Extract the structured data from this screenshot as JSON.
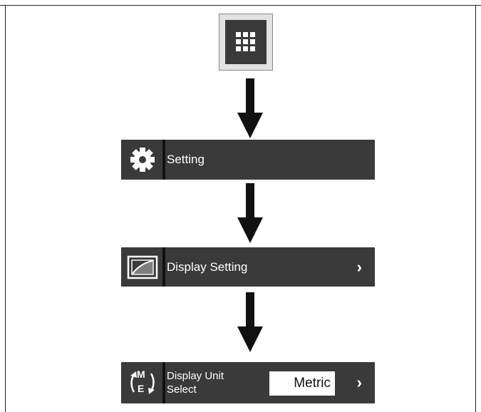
{
  "menu_button": {
    "icon": "grid-menu-icon"
  },
  "rows": {
    "setting": {
      "icon": "gear-icon",
      "label": "Setting"
    },
    "display_setting": {
      "icon": "display-screen-icon",
      "label": "Display Setting",
      "chevron": "›"
    },
    "display_unit": {
      "icon": "metric-english-toggle-icon",
      "label_line1": "Display Unit",
      "label_line2": "Select",
      "icon_letter_top": "M",
      "icon_letter_bottom": "E",
      "value": "Metric",
      "chevron": "›"
    }
  },
  "colors": {
    "row_background": "#3a3a3a",
    "arrow": "#111111",
    "frame": "#222222"
  }
}
